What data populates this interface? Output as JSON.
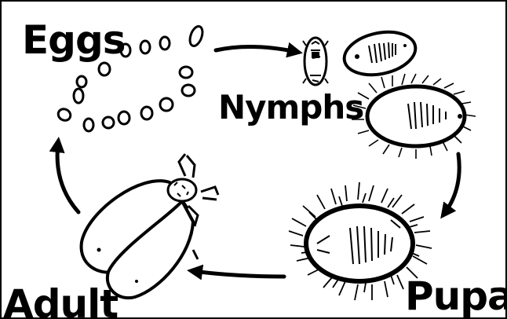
{
  "stages": {
    "eggs": "Eggs",
    "nymphs": "Nymphs",
    "pupa": "Pupa",
    "adult": "Adult"
  },
  "colors": {
    "ink": "#000000",
    "paper": "#ffffff"
  }
}
